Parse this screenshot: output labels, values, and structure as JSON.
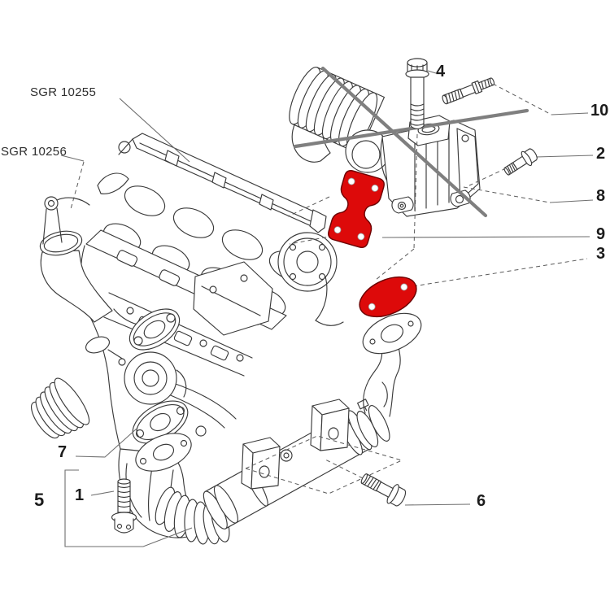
{
  "diagram": {
    "ref_labels": [
      {
        "text": "SGR 10255"
      },
      {
        "text": "SGR 10256"
      }
    ],
    "callouts": [
      {
        "label": "1"
      },
      {
        "label": "2"
      },
      {
        "label": "3"
      },
      {
        "label": "4"
      },
      {
        "label": "5"
      },
      {
        "label": "6"
      },
      {
        "label": "7"
      },
      {
        "label": "8"
      },
      {
        "label": "9"
      },
      {
        "label": "10"
      }
    ],
    "highlighted_callouts": [
      "9",
      "3"
    ]
  },
  "colors": {
    "highlight": "#dd0a0a",
    "line": "#3a3a3a",
    "cross": "#7f7f7f",
    "leader": "#6e6e6e",
    "text": "#1c1c1c"
  }
}
